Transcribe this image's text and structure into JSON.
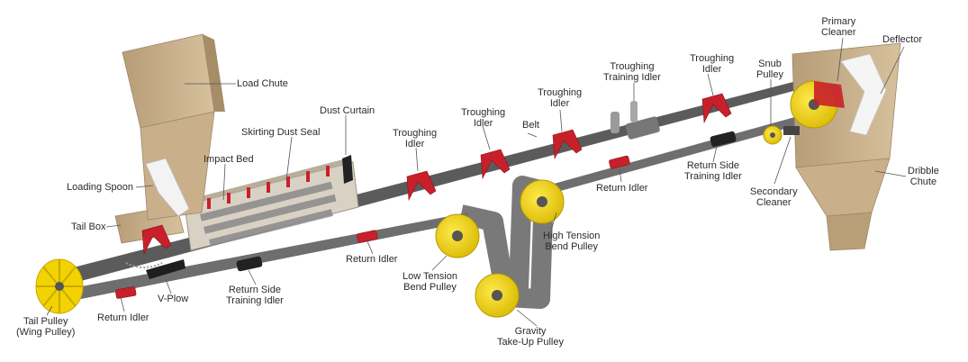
{
  "labels": {
    "load_chute": [
      "Load Chute"
    ],
    "dust_curtain": [
      "Dust Curtain"
    ],
    "skirting_dust_seal": [
      "Skirting Dust Seal"
    ],
    "impact_bed": [
      "Impact Bed"
    ],
    "loading_spoon": [
      "Loading Spoon"
    ],
    "tail_box": [
      "Tail Box"
    ],
    "troughing_idler_1": [
      "Troughing",
      "Idler"
    ],
    "troughing_idler_2": [
      "Troughing",
      "Idler"
    ],
    "belt": [
      "Belt"
    ],
    "troughing_idler_3": [
      "Troughing",
      "Idler"
    ],
    "troughing_training_idler": [
      "Troughing",
      "Training Idler"
    ],
    "troughing_idler_4": [
      "Troughing",
      "Idler"
    ],
    "snub_pulley": [
      "Snub",
      "Pulley"
    ],
    "primary_cleaner": [
      "Primary",
      "Cleaner"
    ],
    "deflector": [
      "Deflector"
    ],
    "dribble_chute": [
      "Dribble",
      "Chute"
    ],
    "secondary_cleaner": [
      "Secondary",
      "Cleaner"
    ],
    "return_side_training_idler_right": [
      "Return Side",
      "Training Idler"
    ],
    "return_idler_mid": [
      "Return Idler"
    ],
    "high_tension_bend_pulley": [
      "High Tension",
      "Bend Pulley"
    ],
    "low_tension_bend_pulley": [
      "Low Tension",
      "Bend Pulley"
    ],
    "gravity_take_up_pulley": [
      "Gravity",
      "Take-Up Pulley"
    ],
    "return_idler_left": [
      "Return Idler"
    ],
    "return_side_training_idler_left": [
      "Return Side",
      "Training Idler"
    ],
    "v_plow": [
      "V-Plow"
    ],
    "return_idler_bottom": [
      "Return Idler"
    ],
    "tail_pulley": [
      "Tail Pulley",
      "(Wing Pulley)"
    ]
  },
  "colors": {
    "belt": "#555555",
    "idler_red": "#c8202a",
    "pulley_yellow": "#f2d200",
    "chute_tan": "#c9b08a",
    "frame_gray": "#8a8a8a"
  }
}
